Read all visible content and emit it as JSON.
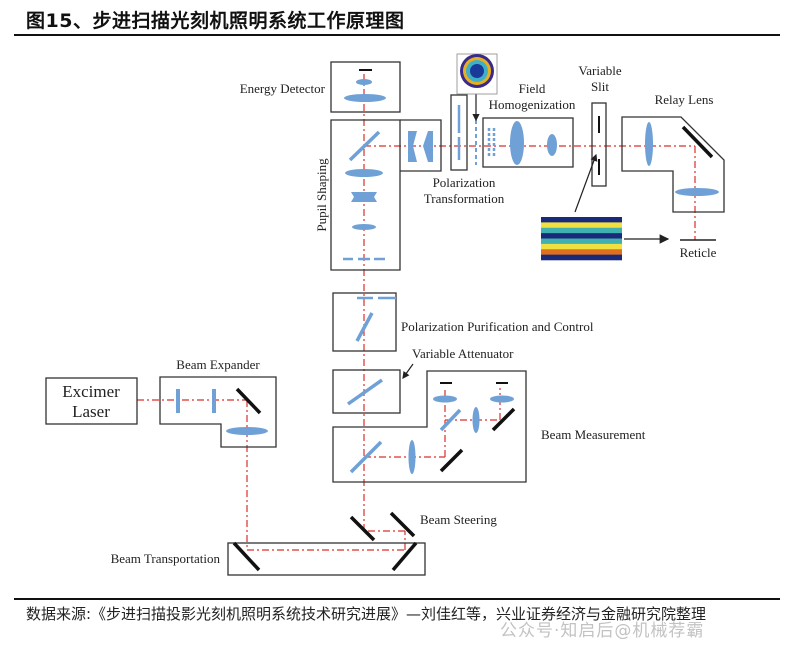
{
  "figure": {
    "title": "图15、步进扫描光刻机照明系统工作原理图"
  },
  "diagram": {
    "labels": {
      "energy_detector": "Energy Detector",
      "pupil_shaping": "Pupil Shaping",
      "polarization_transformation_1": "Polarization",
      "polarization_transformation_2": "Transformation",
      "field_homogenization_1": "Field",
      "field_homogenization_2": "Homogenization",
      "variable_slit_1": "Variable",
      "variable_slit_2": "Slit",
      "relay_lens": "Relay Lens",
      "reticle": "Reticle",
      "polarization_purification": "Polarization Purification and Control",
      "variable_attenuator": "Variable Attenuator",
      "beam_measurement": "Beam Measurement",
      "excimer_laser_1": "Excimer",
      "excimer_laser_2": "Laser",
      "beam_expander": "Beam Expander",
      "beam_steering": "Beam Steering",
      "beam_transportation": "Beam Transportation"
    },
    "colors": {
      "beam": "#d9302a",
      "lens": "#6fa0d6",
      "mirror": "#111111",
      "box": "#333333"
    },
    "pupil_pattern_rings": [
      "#3a2a8a",
      "#e8b020",
      "#40b0c8",
      "#1a3a9a"
    ],
    "slit_profile_stripes": [
      "#1a2a7a",
      "#f0e040",
      "#40b0b0",
      "#1a2a7a",
      "#40b0b0",
      "#f0e040",
      "#e07020",
      "#1a2a7a"
    ]
  },
  "source": {
    "text": "数据来源:《步进扫描投影光刻机照明系统技术研究进展》—刘佳红等，兴业证券经济与金融研究院整理"
  },
  "watermark": {
    "text": "公众号·知启后@机械荐霸"
  }
}
